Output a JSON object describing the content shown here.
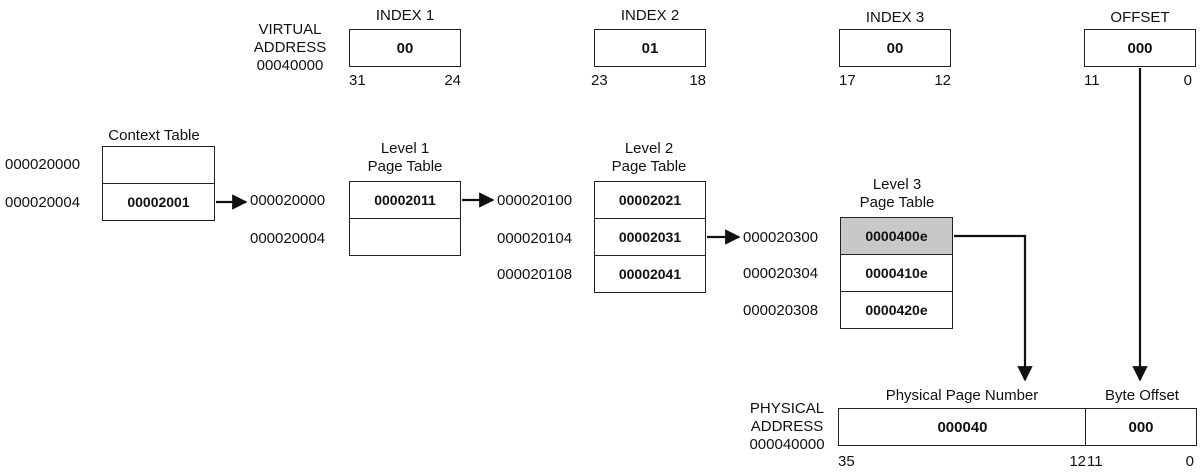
{
  "virtual_address": {
    "label_lines": [
      "VIRTUAL",
      "ADDRESS",
      "00040000"
    ],
    "fields": [
      {
        "title": "INDEX 1",
        "value": "00",
        "bit_hi": "31",
        "bit_lo": "24"
      },
      {
        "title": "INDEX 2",
        "value": "01",
        "bit_hi": "23",
        "bit_lo": "18"
      },
      {
        "title": "INDEX 3",
        "value": "00",
        "bit_hi": "17",
        "bit_lo": "12"
      },
      {
        "title": "OFFSET",
        "value": "000",
        "bit_hi": "11",
        "bit_lo": "0"
      }
    ]
  },
  "context_table": {
    "title": "Context Table",
    "rows": [
      {
        "addr": "000020000",
        "value": ""
      },
      {
        "addr": "000020004",
        "value": "00002001"
      }
    ]
  },
  "level1_table": {
    "title_lines": [
      "Level 1",
      "Page Table"
    ],
    "rows": [
      {
        "addr": "000020000",
        "value": "00002011"
      },
      {
        "addr": "000020004",
        "value": ""
      }
    ]
  },
  "level2_table": {
    "title_lines": [
      "Level 2",
      "Page Table"
    ],
    "rows": [
      {
        "addr": "000020100",
        "value": "00002021"
      },
      {
        "addr": "000020104",
        "value": "00002031"
      },
      {
        "addr": "000020108",
        "value": "00002041"
      }
    ]
  },
  "level3_table": {
    "title_lines": [
      "Level 3",
      "Page Table"
    ],
    "rows": [
      {
        "addr": "000020300",
        "value": "0000400e"
      },
      {
        "addr": "000020304",
        "value": "0000410e"
      },
      {
        "addr": "000020308",
        "value": "0000420e"
      }
    ]
  },
  "physical_address": {
    "label_lines": [
      "PHYSICAL",
      "ADDRESS",
      "000040000"
    ],
    "fields": [
      {
        "title": "Physical Page Number",
        "value": "000040",
        "bit_hi": "35",
        "bit_lo": "12"
      },
      {
        "title": "Byte Offset",
        "value": "000",
        "bit_hi": "11",
        "bit_lo": "0"
      }
    ]
  },
  "colors": {
    "highlight": "#c8c8c8",
    "stroke": "#222222"
  }
}
